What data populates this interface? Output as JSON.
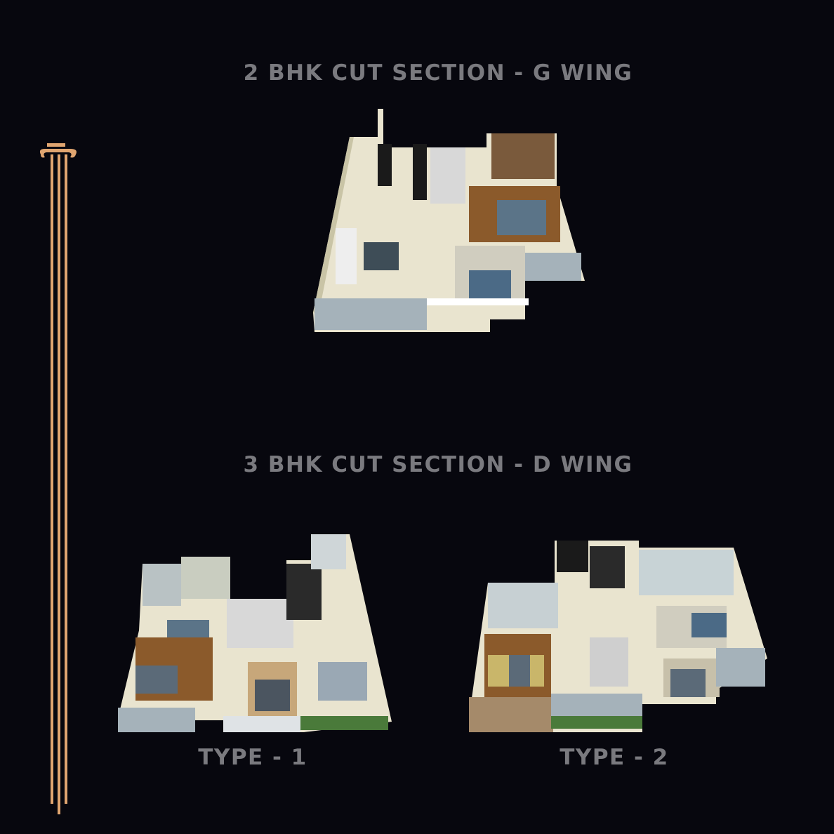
{
  "headings": {
    "two_bhk": "2 BHK CUT SECTION - G WING",
    "three_bhk": "3 BHK CUT SECTION - D WING"
  },
  "types": {
    "type1": "TYPE - 1",
    "type2": "TYPE - 2"
  },
  "images": {
    "two_bhk_plan": "2 BHK 3D cut section floor plan",
    "three_bhk_type1_plan": "3 BHK Type 1 3D cut section floor plan",
    "three_bhk_type2_plan": "3 BHK Type 2 3D cut section floor plan"
  },
  "colors": {
    "background": "#07070e",
    "heading": "#7a7a7f",
    "pillar": "#e0a570"
  }
}
